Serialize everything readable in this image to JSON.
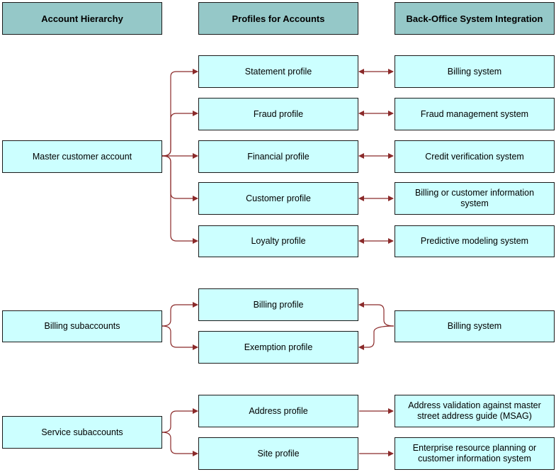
{
  "headers": {
    "account_hierarchy": "Account Hierarchy",
    "profiles": "Profiles for Accounts",
    "integration": "Back-Office System Integration"
  },
  "accounts": {
    "master": "Master customer account",
    "billing": "Billing subaccounts",
    "service": "Service subaccounts"
  },
  "profiles": {
    "statement": "Statement profile",
    "fraud": "Fraud profile",
    "financial": "Financial profile",
    "customer": "Customer profile",
    "loyalty": "Loyalty profile",
    "billing": "Billing profile",
    "exemption": "Exemption profile",
    "address": "Address profile",
    "site": "Site profile"
  },
  "systems": {
    "billing_1": "Billing system",
    "fraud_mgmt": "Fraud management system",
    "credit": "Credit verification system",
    "billing_customer_info": "Billing or customer information system",
    "predictive": "Predictive modeling system",
    "billing_2": "Billing system",
    "address_validation": "Address validation against master street address guide (MSAG)",
    "erp": "Enterprise resource planning or customer information system"
  },
  "colors": {
    "header_fill": "#95c8c8",
    "box_fill": "#ccffff",
    "connector": "#8b2a2a"
  }
}
